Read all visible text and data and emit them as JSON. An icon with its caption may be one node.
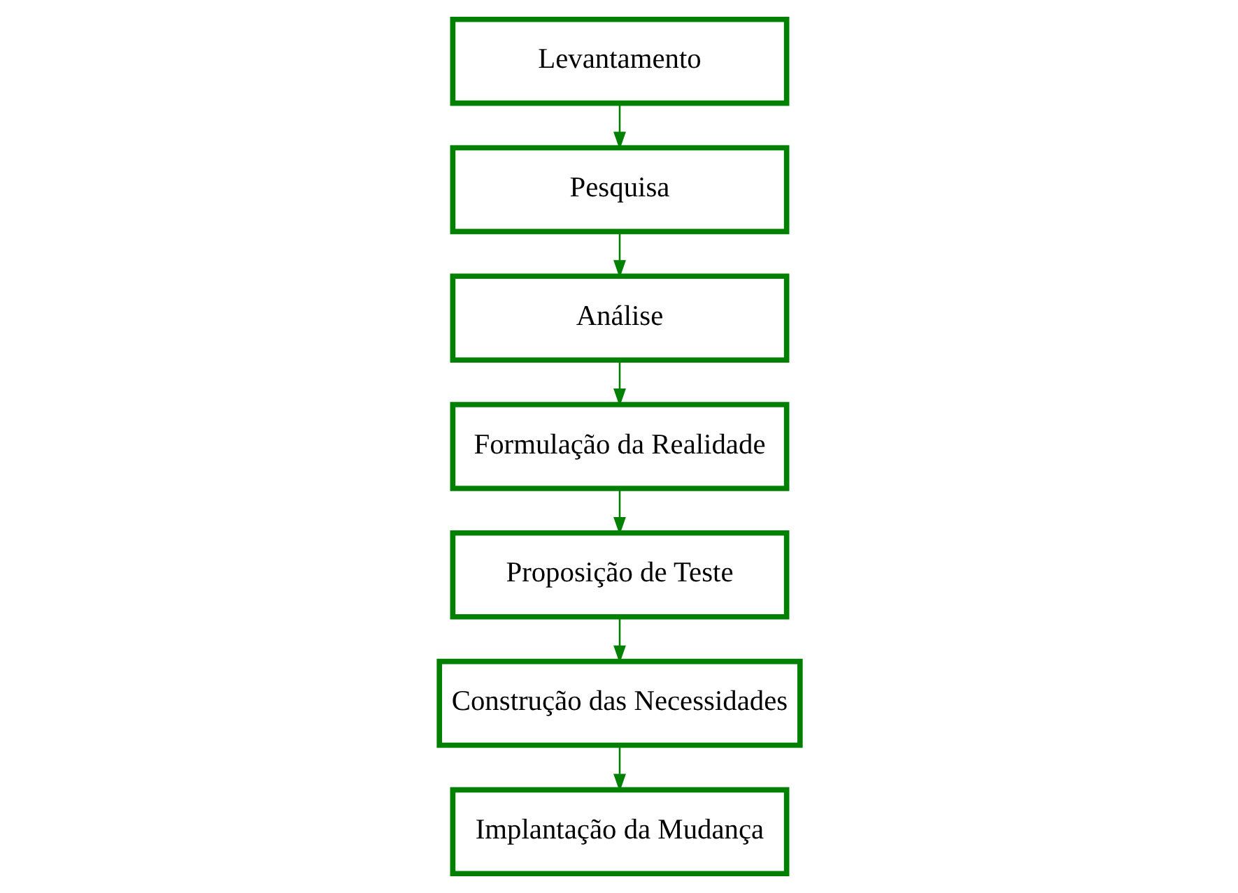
{
  "diagram": {
    "nodes": [
      {
        "text": [
          "Levantamento"
        ]
      },
      {
        "text": [
          "Pesquisa"
        ]
      },
      {
        "text": [
          "Análise"
        ]
      },
      {
        "text": [
          "Formulação da Realidade"
        ]
      },
      {
        "text": [
          "Proposição de Teste"
        ]
      },
      {
        "text": [
          "Construção das Necessidades"
        ]
      },
      {
        "text": [
          "Implantação da Mudança"
        ]
      }
    ],
    "edges": [
      {
        "from": 0,
        "to": 1,
        "arrow": "to"
      },
      {
        "from": 1,
        "to": 2,
        "arrow": "to"
      },
      {
        "from": 2,
        "to": 3,
        "arrow": "to"
      },
      {
        "from": 3,
        "to": 4,
        "arrow": "to"
      },
      {
        "from": 4,
        "to": 5,
        "arrow": "to"
      },
      {
        "from": 5,
        "to": 6,
        "arrow": "to"
      }
    ]
  }
}
